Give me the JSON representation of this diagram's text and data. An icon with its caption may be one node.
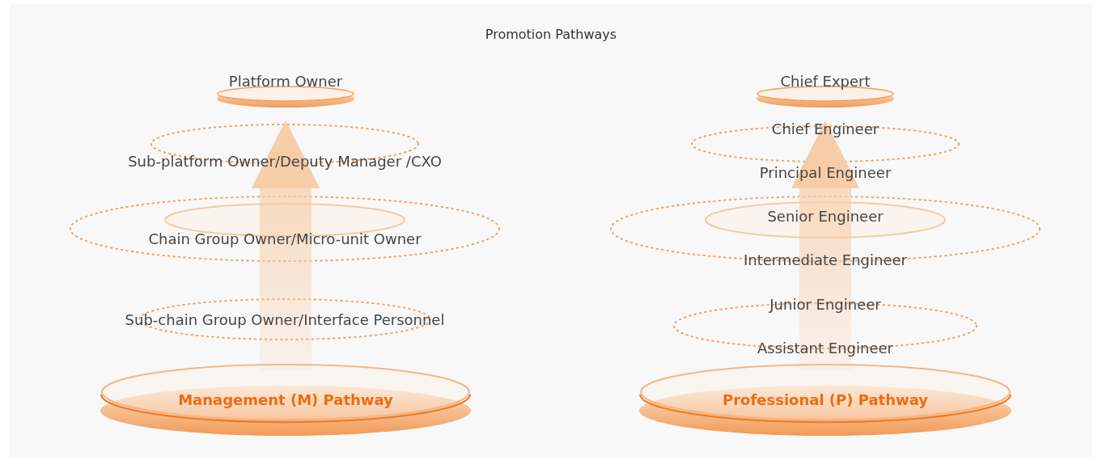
{
  "diagram": {
    "title": "Promotion Pathways",
    "nodes": [
      {
        "text": [
          "Platform Owner"
        ]
      },
      {
        "text": [
          "Management (M) Pathway"
        ]
      },
      {
        "text": [
          "Chief Expert"
        ]
      },
      {
        "text": [
          "Professional (P) Pathway"
        ]
      }
    ],
    "edges": [
      {
        "from": 1,
        "to": 0,
        "arrow": "to",
        "style": "thick",
        "color": "#f7cda8"
      },
      {
        "from": 3,
        "to": 2,
        "arrow": "to",
        "style": "thick",
        "color": "#f7cda8"
      }
    ],
    "labels": [
      "Sub-platform Owner/Deputy Manager /CXO",
      "Chain Group Owner/Micro-unit Owner",
      "Sub-chain Group Owner/Interface Personnel",
      "Chief Engineer",
      "Principal Engineer",
      "Senior Engineer",
      "Intermediate Engineer",
      "Junior Engineer",
      "Assistant Engineer"
    ]
  }
}
